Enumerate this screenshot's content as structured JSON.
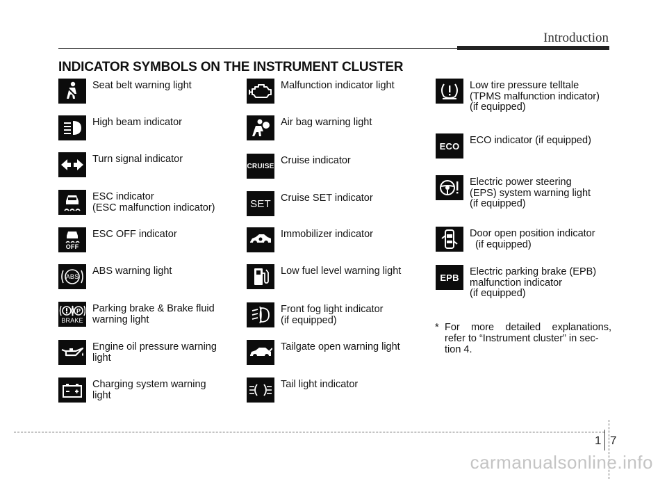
{
  "header": {
    "section": "Introduction"
  },
  "title": "INDICATOR SYMBOLS ON THE INSTRUMENT CLUSTER",
  "icon_text": {
    "cruise": "CRUISE",
    "set": "SET",
    "eco": "ECO",
    "epb": "EPB",
    "off": "OFF",
    "abs": "ABS",
    "brake": "BRAKE",
    "p": "P"
  },
  "col1": [
    {
      "icon": "seat-belt-icon",
      "label": "Seat belt warning light"
    },
    {
      "icon": "high-beam-icon",
      "label": "High beam indicator"
    },
    {
      "icon": "turn-signal-icon",
      "label": "Turn signal indicator"
    },
    {
      "icon": "esc-icon",
      "label": "ESC indicator\n(ESC malfunction indicator)"
    },
    {
      "icon": "esc-off-icon",
      "label": "ESC OFF indicator"
    },
    {
      "icon": "abs-icon",
      "label": "ABS warning light"
    },
    {
      "icon": "parking-brake-icon",
      "label": "Parking brake & Brake fluid\nwarning light"
    },
    {
      "icon": "oil-pressure-icon",
      "label": "Engine oil pressure warning\nlight"
    },
    {
      "icon": "battery-icon",
      "label": "Charging system warning\nlight"
    }
  ],
  "col2": [
    {
      "icon": "engine-icon",
      "label": "Malfunction indicator light"
    },
    {
      "icon": "airbag-icon",
      "label": "Air bag warning light"
    },
    {
      "icon": "cruise-icon",
      "label": "Cruise indicator"
    },
    {
      "icon": "cruise-set-icon",
      "label": "Cruise SET indicator"
    },
    {
      "icon": "immobilizer-icon",
      "label": "Immobilizer indicator"
    },
    {
      "icon": "fuel-icon",
      "label": "Low fuel level warning light"
    },
    {
      "icon": "fog-light-icon",
      "label": "Front fog light indicator\n(if equipped)"
    },
    {
      "icon": "tailgate-icon",
      "label": "Tailgate open warning light"
    },
    {
      "icon": "tail-light-icon",
      "label": "Tail light indicator"
    }
  ],
  "col3": [
    {
      "icon": "tpms-icon",
      "label": "Low tire pressure telltale\n(TPMS malfunction indicator)\n(if equipped)"
    },
    {
      "icon": "eco-icon",
      "label": "ECO indicator (if equipped)"
    },
    {
      "icon": "eps-icon",
      "label": "Electric power steering\n(EPS) system warning light\n(if equipped)"
    },
    {
      "icon": "door-open-icon",
      "label": "Door open position indicator\n  (if equipped)"
    },
    {
      "icon": "epb-icon",
      "label": "Electric parking brake (EPB)\nmalfunction indicator\n(if equipped)"
    }
  ],
  "note": {
    "marker": "*",
    "line1": "For more detailed explanations,",
    "line2": "refer to “Instrument cluster” in sec-\ntion 4."
  },
  "page": {
    "chapter": "1",
    "number": "7"
  },
  "watermark": "carmanualsonline.info"
}
